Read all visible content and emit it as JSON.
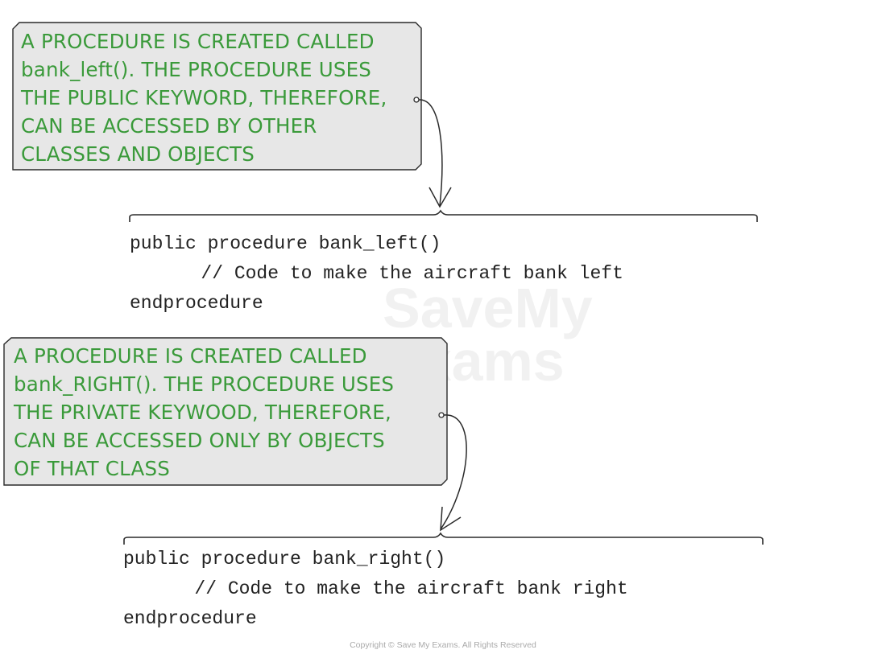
{
  "colors": {
    "note_fill": "#e7e7e7",
    "note_border": "#2a2a2a",
    "note_text": "#3a9a3a",
    "code_text": "#222222"
  },
  "watermark": {
    "line1": "SaveMy",
    "line2": "Exams"
  },
  "note_top": {
    "lines": [
      "A PROCEDURE IS CREATED CALLED",
      "bank_left(). THE PROCEDURE USES",
      "THE PUBLIC KEYWORD, THEREFORE,",
      "CAN BE ACCESSED BY OTHER",
      "CLASSES AND OBJECTS"
    ]
  },
  "code_top": {
    "line1": "public procedure bank_left()",
    "line2": "        // Code to make the aircraft bank left",
    "line3": "endprocedure"
  },
  "note_bottom": {
    "lines": [
      "A PROCEDURE IS CREATED CALLED",
      "bank_RIGHT(). THE PROCEDURE USES",
      "THE PRIVATE KEYWOOD, THEREFORE,",
      "CAN BE ACCESSED ONLY BY OBJECTS",
      "OF THAT CLASS"
    ]
  },
  "code_bottom": {
    "line1": "public procedure bank_right()",
    "line2": "        // Code to make the aircraft bank right",
    "line3": "endprocedure"
  },
  "copyright": "Copyright © Save My Exams. All Rights Reserved"
}
